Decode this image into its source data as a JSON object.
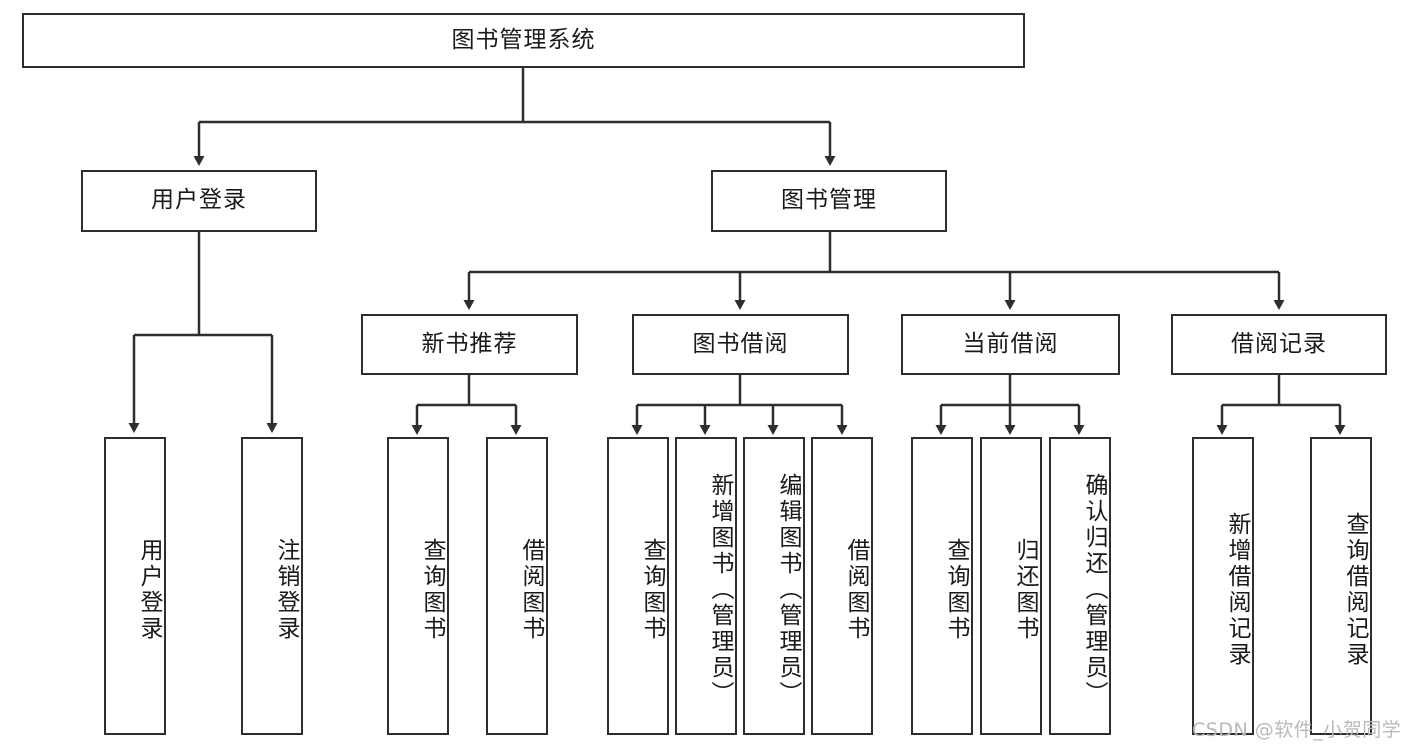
{
  "diagram": {
    "title": "图书管理系统",
    "root": {
      "label": "图书管理系统"
    },
    "level2": [
      {
        "label": "用户登录"
      },
      {
        "label": "图书管理"
      }
    ],
    "level3": [
      {
        "label": "新书推荐"
      },
      {
        "label": "图书借阅"
      },
      {
        "label": "当前借阅"
      },
      {
        "label": "借阅记录"
      }
    ],
    "leaves": {
      "user_login": [
        {
          "label": "用户登录"
        },
        {
          "label": "注销登录"
        }
      ],
      "new_book_recommend": [
        {
          "label": "查询图书"
        },
        {
          "label": "借阅图书"
        }
      ],
      "book_borrow": [
        {
          "label": "查询图书"
        },
        {
          "label": "新增图书（管理员）"
        },
        {
          "label": "编辑图书（管理员）"
        },
        {
          "label": "借阅图书"
        }
      ],
      "current_borrow": [
        {
          "label": "查询图书"
        },
        {
          "label": "归还图书"
        },
        {
          "label": "确认归还（管理员）"
        }
      ],
      "borrow_record": [
        {
          "label": "新增借阅记录"
        },
        {
          "label": "查询借阅记录"
        }
      ]
    }
  },
  "watermark": {
    "text": "CSDN @软件_小贺同学"
  },
  "colors": {
    "border": "#2e2e2e",
    "text": "#1a1a1a",
    "background": "#ffffff",
    "watermark": "#b9b9b9"
  }
}
